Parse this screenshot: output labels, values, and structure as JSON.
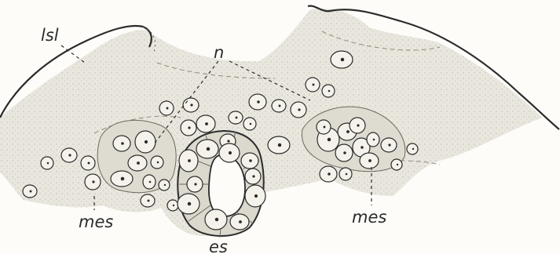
{
  "figure": {
    "labels": {
      "lsl": "lsl",
      "n": "n",
      "mes_left": "mes",
      "mes_right": "mes",
      "es": "es"
    },
    "colors": {
      "background": "#fdfcf9",
      "tissue": "#e9e7df",
      "ink": "#2b2b2b",
      "nucleus_fill": "#f4f2ea"
    }
  }
}
